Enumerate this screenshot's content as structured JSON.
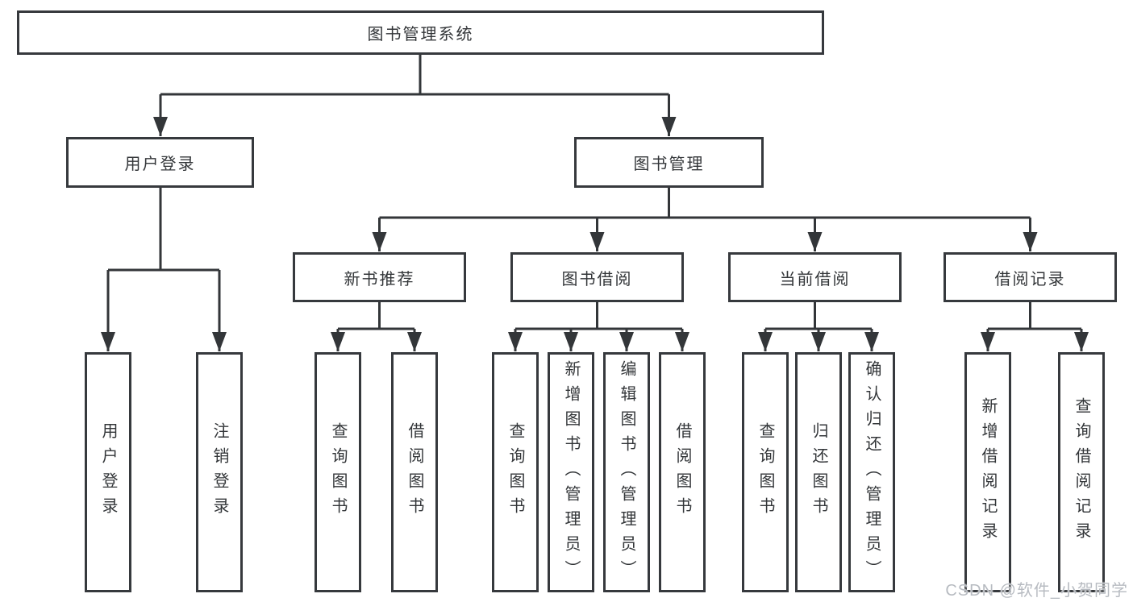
{
  "diagram": {
    "tree": {
      "label": "图书管理系统",
      "children": [
        {
          "label": "用户登录",
          "children": [
            {
              "label": "用户登录"
            },
            {
              "label": "注销登录"
            }
          ]
        },
        {
          "label": "图书管理",
          "children": [
            {
              "label": "新书推荐",
              "children": [
                {
                  "label": "查询图书"
                },
                {
                  "label": "借阅图书"
                }
              ]
            },
            {
              "label": "图书借阅",
              "children": [
                {
                  "label": "查询图书"
                },
                {
                  "label": "新增图书（管理员）"
                },
                {
                  "label": "编辑图书（管理员）"
                },
                {
                  "label": "借阅图书"
                }
              ]
            },
            {
              "label": "当前借阅",
              "children": [
                {
                  "label": "查询图书"
                },
                {
                  "label": "归还图书"
                },
                {
                  "label": "确认归还（管理员）"
                }
              ]
            },
            {
              "label": "借阅记录",
              "children": [
                {
                  "label": "新增借阅记录"
                },
                {
                  "label": "查询借阅记录"
                }
              ]
            }
          ]
        }
      ]
    },
    "line_color": "#333639",
    "box_background": "#ffffff"
  },
  "watermark": "CSDN @软件_小贺同学"
}
